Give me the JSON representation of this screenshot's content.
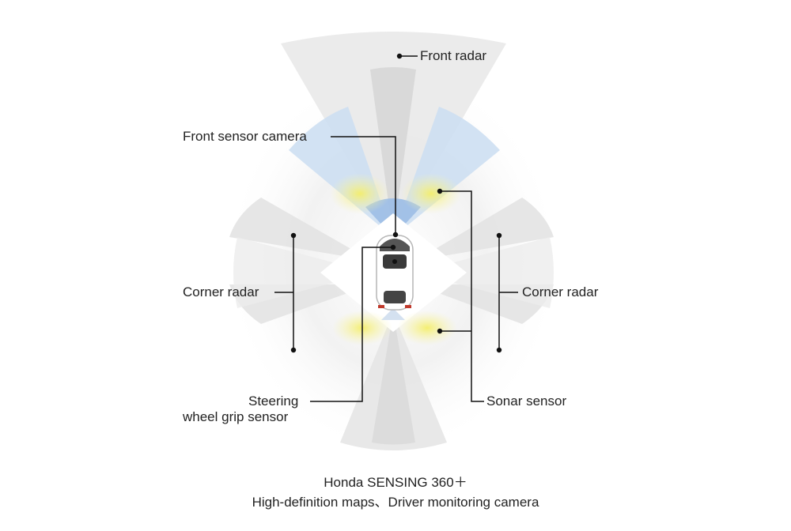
{
  "labels": {
    "front_radar": "Front radar",
    "front_sensor_camera": "Front sensor camera",
    "sonar_sensor_top": "",
    "corner_radar_left": "Corner radar",
    "corner_radar_right": "Corner radar",
    "steering_line1": "Steering",
    "steering_line2": "wheel grip sensor",
    "sonar_sensor": "Sonar sensor"
  },
  "caption": {
    "line1": "Honda SENSING 360＋",
    "line2": "High-definition maps、Driver monitoring camera"
  },
  "colors": {
    "radar_fan": "#e6e6e6",
    "radar_fan_dark": "#d9d9d9",
    "camera_fan": "#bcd3ec",
    "sonar_fan": "#f3ef8a",
    "car_body": "#ffffff",
    "car_roof": "#444444",
    "leader_line": "#111111"
  }
}
